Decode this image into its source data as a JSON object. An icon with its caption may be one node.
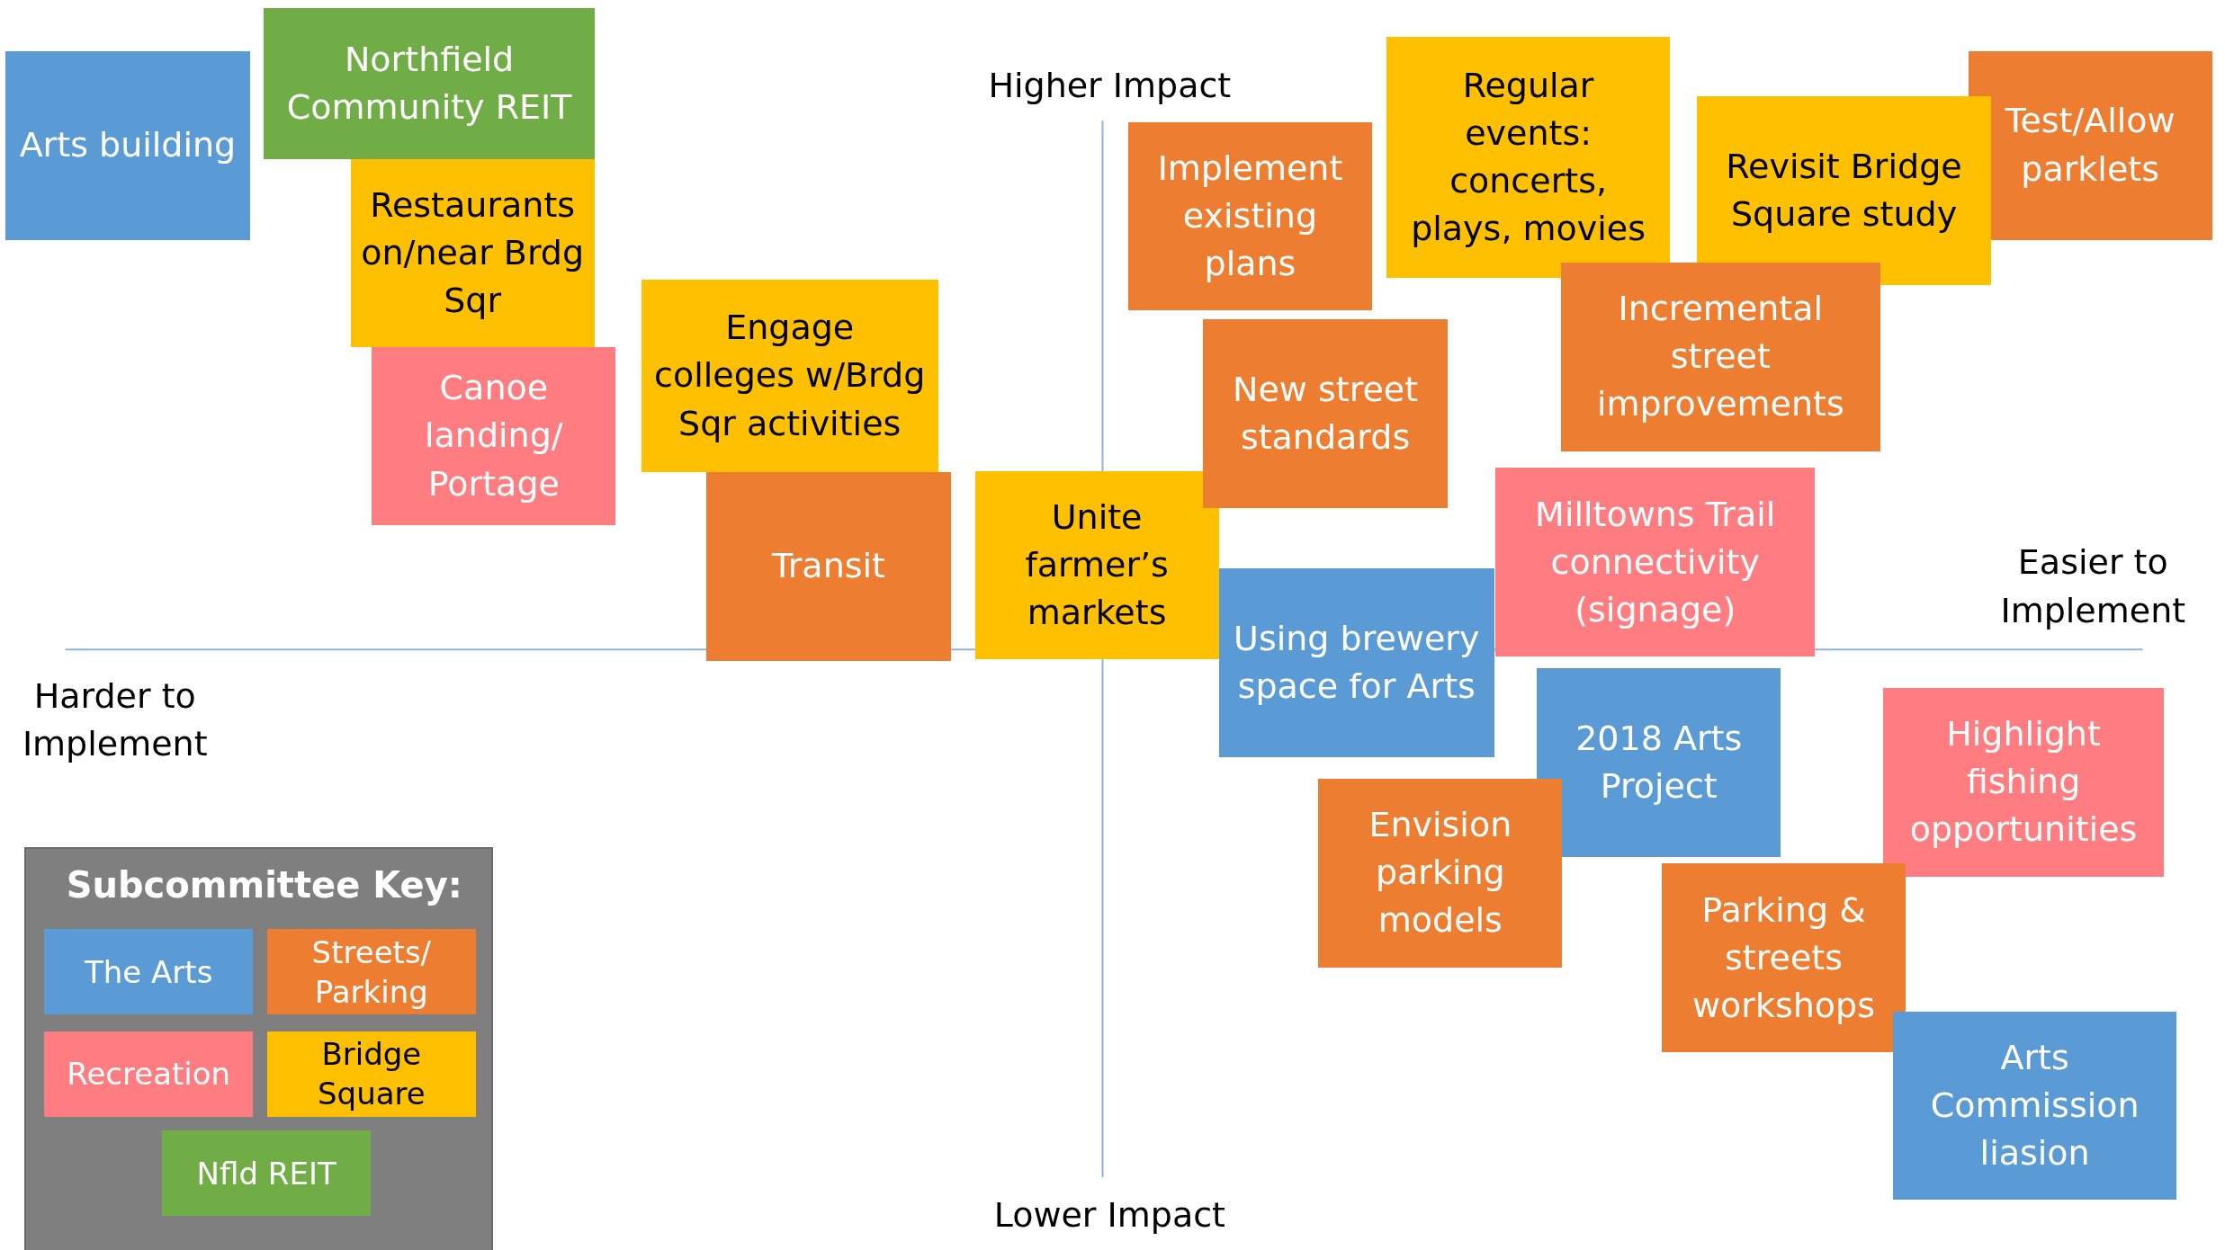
{
  "diagram": {
    "nodes": [
      {
        "text": [
          "Arts building"
        ]
      },
      {
        "text": [
          "Northfield Community REIT"
        ]
      },
      {
        "text": [
          "Restaurants on/near Brdg Sqr"
        ]
      },
      {
        "text": [
          "Canoe landing/ Portage"
        ]
      },
      {
        "text": [
          "Engage colleges w/Brdg Sqr activities"
        ]
      },
      {
        "text": [
          "Transit"
        ]
      },
      {
        "text": [
          "Unite farmer’s markets"
        ]
      },
      {
        "text": [
          "Implement existing plans"
        ]
      },
      {
        "text": [
          "Regular events: concerts, plays, movies"
        ]
      },
      {
        "text": [
          "Revisit Bridge Square study"
        ]
      },
      {
        "text": [
          "Test/Allow parklets"
        ]
      },
      {
        "text": [
          "Incremental street improvements"
        ]
      },
      {
        "text": [
          "New street standards"
        ]
      },
      {
        "text": [
          "Milltowns Trail connectivity (signage)"
        ]
      },
      {
        "text": [
          "Using brewery space for Arts"
        ]
      },
      {
        "text": [
          "2018 Arts Project"
        ]
      },
      {
        "text": [
          "Highlight fishing opportunities"
        ]
      },
      {
        "text": [
          "Envision parking models"
        ]
      },
      {
        "text": [
          "Parking & streets workshops"
        ]
      },
      {
        "text": [
          "Arts Commission liasion"
        ]
      }
    ],
    "edges": [],
    "labels": [
      "Higher Impact",
      "Easier to Implement",
      "Harder to Implement",
      "Subcommittee Key:",
      "Lower Impact"
    ],
    "legend": [
      {
        "text": "The Arts",
        "color": "#5b9bd5"
      },
      {
        "text": "Streets/ Parking",
        "color": "#ed7d31"
      },
      {
        "text": "Recreation",
        "color": "#ff7c80"
      },
      {
        "text": "Bridge Square",
        "color": "#ffc000"
      },
      {
        "text": "Nfld REIT",
        "color": "#70ad47"
      }
    ]
  }
}
